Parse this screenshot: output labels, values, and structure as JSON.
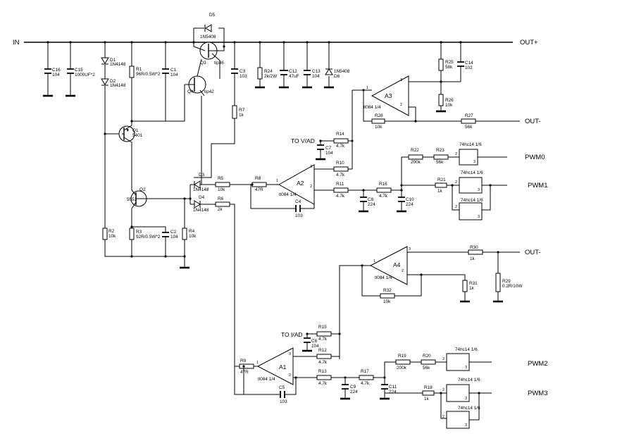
{
  "ports": {
    "in": "IN",
    "out_plus": "OUT+",
    "out_minus_1": "OUT-",
    "out_minus_2": "OUT-",
    "to_vad": "TO V/AD",
    "to_iad": "TO I/AD",
    "pwm0": "PWM0",
    "pwm1": "PWM1",
    "pwm2": "PWM2",
    "pwm3": "PWM3"
  },
  "components": {
    "C16": {
      "ref": "C16",
      "value": "104"
    },
    "C15": {
      "ref": "C15",
      "value": "1000UF*2"
    },
    "D1": {
      "ref": "D1",
      "value": "1N4148"
    },
    "D2": {
      "ref": "D2",
      "value": "1N4148"
    },
    "R1": {
      "ref": "R1",
      "value": "96R/0.5W*2"
    },
    "C1": {
      "ref": "C1",
      "value": "104"
    },
    "D5": {
      "ref": "D5",
      "value": "1N5408"
    },
    "Q3": {
      "ref": "Q3",
      "value": "tip36"
    },
    "Q4": {
      "ref": "Q4",
      "value": "tip42"
    },
    "C3": {
      "ref": "C3",
      "value": "103"
    },
    "R7": {
      "ref": "R7",
      "value": "1k"
    },
    "Q1": {
      "ref": "Q1",
      "value": "5401"
    },
    "Q2": {
      "ref": "Q2",
      "value": "5551"
    },
    "R2": {
      "ref": "R2",
      "value": "10k"
    },
    "R3": {
      "ref": "R3",
      "value": "92R/0.5W*2"
    },
    "C2": {
      "ref": "C2",
      "value": "104"
    },
    "R4": {
      "ref": "R4",
      "value": "10k"
    },
    "R24": {
      "ref": "R24",
      "value": "2k/2W"
    },
    "C12": {
      "ref": "C12",
      "value": "47uF"
    },
    "C13": {
      "ref": "C13",
      "value": "104"
    },
    "D6": {
      "ref": "D6",
      "value": "1N5408"
    },
    "R25": {
      "ref": "R25",
      "value": "56k"
    },
    "C14": {
      "ref": "C14",
      "value": "102"
    },
    "R26": {
      "ref": "R26",
      "value": "10k"
    },
    "R28": {
      "ref": "R28",
      "value": "10k"
    },
    "R27": {
      "ref": "R27",
      "value": "56k"
    },
    "R14": {
      "ref": "R14",
      "value": "4.7k"
    },
    "C7": {
      "ref": "C7",
      "value": "104"
    },
    "R10": {
      "ref": "R10",
      "value": "4.7k"
    },
    "R11": {
      "ref": "R11",
      "value": "4.7k"
    },
    "C8": {
      "ref": "C8",
      "value": "224"
    },
    "R16": {
      "ref": "R16",
      "value": "4.7k"
    },
    "C10": {
      "ref": "C10",
      "value": "224"
    },
    "R22": {
      "ref": "R22",
      "value": "200k"
    },
    "R23": {
      "ref": "R23",
      "value": "56k"
    },
    "R21": {
      "ref": "R21",
      "value": "1k"
    },
    "D3": {
      "ref": "D3",
      "value": "1N4148"
    },
    "D4": {
      "ref": "D4",
      "value": "1N4148"
    },
    "R5": {
      "ref": "R5",
      "value": "10k"
    },
    "R6": {
      "ref": "R6",
      "value": "2k"
    },
    "R8": {
      "ref": "R8",
      "value": "47R"
    },
    "C4": {
      "ref": "C4",
      "value": "103"
    },
    "R30": {
      "ref": "R30",
      "value": "1k"
    },
    "R29": {
      "ref": "R29",
      "value": "0.2R/10W"
    },
    "R31": {
      "ref": "R31",
      "value": "1k"
    },
    "R32": {
      "ref": "R32",
      "value": "10k"
    },
    "R15": {
      "ref": "R15",
      "value": "4.7k"
    },
    "C6": {
      "ref": "C6",
      "value": "104"
    },
    "R12": {
      "ref": "R12",
      "value": "4.7k"
    },
    "R9": {
      "ref": "R9",
      "value": "47R"
    },
    "C5": {
      "ref": "C5",
      "value": "103"
    },
    "R13": {
      "ref": "R13",
      "value": "4.7k"
    },
    "C9": {
      "ref": "C9",
      "value": "224"
    },
    "R17": {
      "ref": "R17",
      "value": "4.7k"
    },
    "C11": {
      "ref": "C11",
      "value": "224"
    },
    "R19": {
      "ref": "R19",
      "value": "200k"
    },
    "R20": {
      "ref": "R20",
      "value": "56k"
    },
    "R18": {
      "ref": "R18",
      "value": "1k"
    }
  },
  "opamps": {
    "A1": {
      "ref": "A1",
      "part": "tl084 1/4",
      "pins": [
        "1",
        "2",
        "3"
      ]
    },
    "A2": {
      "ref": "A2",
      "part": "tl084 1/4",
      "pins": [
        "1",
        "2",
        "3"
      ]
    },
    "A3": {
      "ref": "A3",
      "part": "tl084 1/4",
      "pins": [
        "1",
        "2",
        "3"
      ]
    },
    "A4": {
      "ref": "A4",
      "part": "tl084 1/4",
      "pins": [
        "1",
        "2",
        "3"
      ]
    }
  },
  "gates": {
    "g0": {
      "part": "74hc14 1/6",
      "pin_in": "2",
      "pin_out": "3"
    },
    "g1a": {
      "part": "74hc14 1/6",
      "pin_in": "2",
      "pin_out": "3"
    },
    "g1b": {
      "part": "74hc14 1/6",
      "pin_in": "2",
      "pin_out": "3"
    },
    "g2": {
      "part": "74hc14 1/6",
      "pin_in": "2",
      "pin_out": "3"
    },
    "g3a": {
      "part": "74hc14 1/6",
      "pin_in": "2",
      "pin_out": "3"
    },
    "g3b": {
      "part": "74hc14 1/6",
      "pin_in": "2",
      "pin_out": "3"
    }
  }
}
